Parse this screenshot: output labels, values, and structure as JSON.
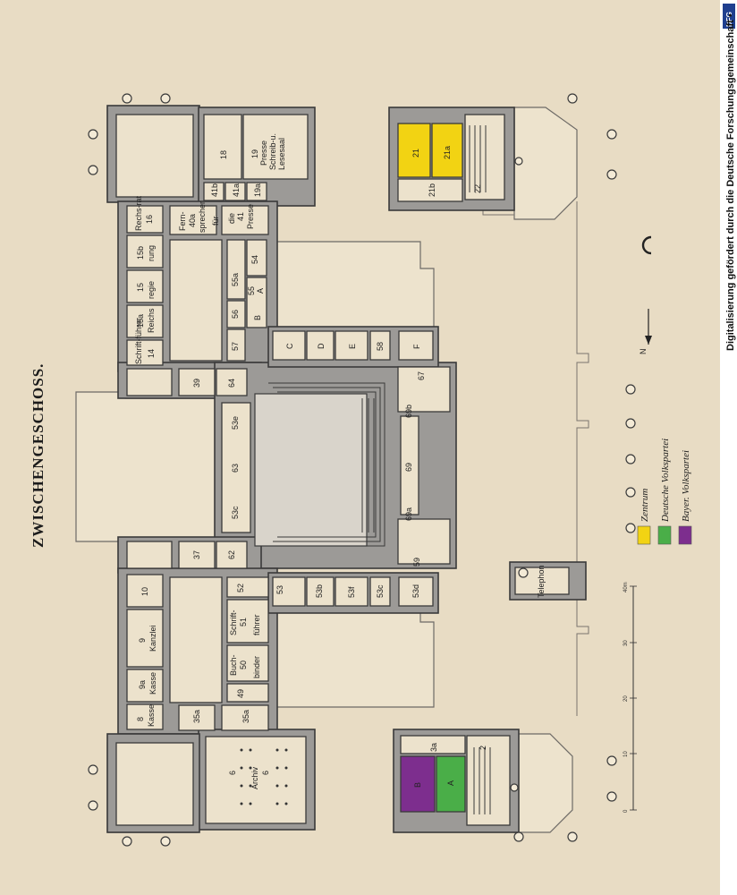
{
  "map": {
    "title": "ZWISCHENGESCHOSS.",
    "north_label": "N",
    "credit": "Digitalisierung gefördert durch die Deutsche Forschungsgemeinschaft •",
    "credit_logo": "DFG",
    "colors": {
      "Zentrum": "#f2d313",
      "Deutsche Volkspartei": "#4aae48",
      "Bayer. Volkspartei": "#7d2e8e"
    },
    "legend": [
      {
        "label": "Zentrum",
        "color": "#f2d313"
      },
      {
        "label": "Deutsche Volkspartei",
        "color": "#4aae48"
      },
      {
        "label": "Bayer. Volkspartei",
        "color": "#7d2e8e"
      }
    ],
    "scale": {
      "ticks": [
        "0",
        "10",
        "20",
        "30",
        "40m"
      ]
    },
    "rooms": {
      "r18": "18",
      "r19": "19",
      "r19_sub1": "Presse",
      "r19_sub2": "Schreib-u.",
      "r19_sub3": "Lesesaal",
      "r41b": "41b",
      "r41a": "41a",
      "r19a": "19a",
      "r16": "16",
      "r16_sub": "Rechs-rat",
      "r40a": "40a",
      "r40a_sub1": "Fern-",
      "r40a_sub2": "sprecher",
      "r41": "41",
      "r41_sub1": "die",
      "r41_sub2": "Presse",
      "r41_sub3": "für",
      "r15b": "15b",
      "r15b_sub": "rung",
      "r15": "15",
      "r15_sub": "regie",
      "r15a": "15a",
      "r15a_sub": "Reichs",
      "r14": "14",
      "r14_sub": "Schrift-führer",
      "r55a": "55a",
      "r55": "55",
      "r55_sub": "A",
      "r54": "54",
      "r56": "56",
      "rB": "B",
      "r57": "57",
      "rC": "C",
      "rD": "D",
      "rE": "E",
      "r58": "58",
      "rF": "F",
      "r67": "67",
      "r21": "21",
      "r21a": "21a",
      "r21b": "21b",
      "r22": "22",
      "r39": "39",
      "r64": "64",
      "r53e": "53e",
      "r63": "63",
      "r53c": "53c",
      "r69": "69",
      "r69a": "69a",
      "r69b": "69b",
      "r37": "37",
      "r62": "62",
      "r59": "59",
      "r10": "10",
      "r9": "9",
      "r9_sub": "Kanzlei",
      "r9a": "9a",
      "r9a_sub": "Kasse",
      "r8": "8",
      "r8_sub": "Kasse",
      "r52": "52",
      "r53": "53",
      "r53b": "53b",
      "r53f": "53f",
      "r53c2": "53c",
      "r53d": "53d",
      "r51": "51",
      "r51_sub1": "Schrift-",
      "r51_sub2": "führer",
      "r50": "50",
      "r50_sub1": "Buch-",
      "r50_sub2": "binder",
      "r49": "49",
      "r35a": "35a",
      "r35a2": "35a",
      "r6": "6",
      "r6_sub": "Archiv",
      "r6b": "6",
      "rA": "A",
      "rBB": "B",
      "r3a": "3a",
      "r2": "2",
      "telephon": "Telephon"
    }
  }
}
